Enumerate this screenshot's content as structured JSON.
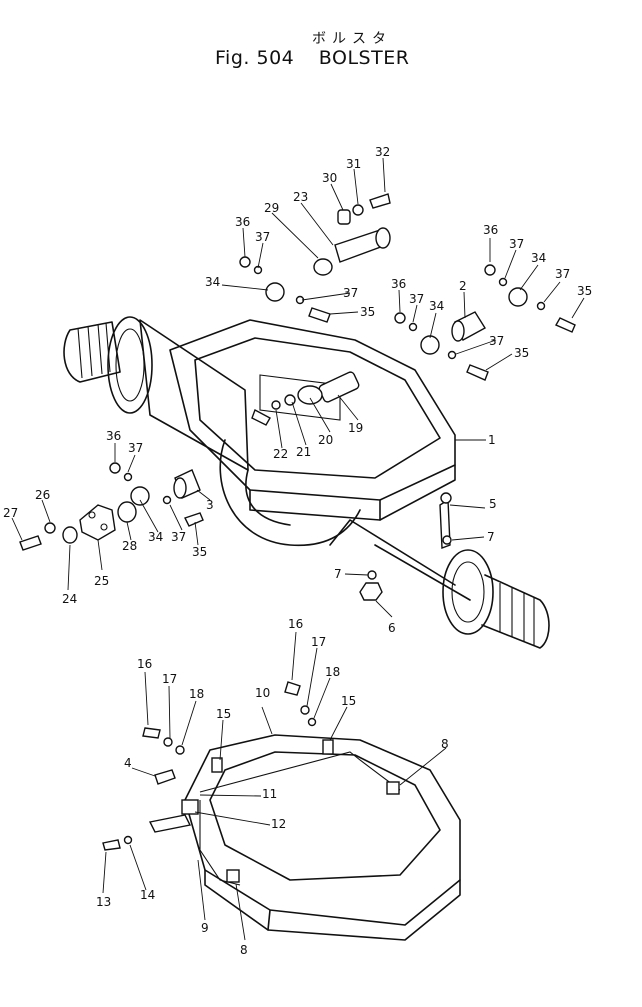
{
  "header": {
    "kana": "ボルスタ",
    "fig_label": "Fig.",
    "fig_number": "504",
    "title": "BOLSTER"
  },
  "callouts_upper": [
    "32",
    "31",
    "30",
    "23",
    "29",
    "36",
    "37",
    "34",
    "37",
    "35",
    "36",
    "37",
    "34",
    "37",
    "35",
    "2",
    "36",
    "37",
    "34",
    "37",
    "35",
    "19",
    "20",
    "21",
    "22",
    "1",
    "36",
    "37",
    "3",
    "34",
    "37",
    "35",
    "28",
    "26",
    "27",
    "25",
    "24",
    "5",
    "7",
    "7",
    "6"
  ],
  "callouts_lower": [
    "16",
    "17",
    "18",
    "15",
    "10",
    "16",
    "17",
    "18",
    "15",
    "8",
    "4",
    "11",
    "12",
    "13",
    "14",
    "9",
    "8"
  ]
}
